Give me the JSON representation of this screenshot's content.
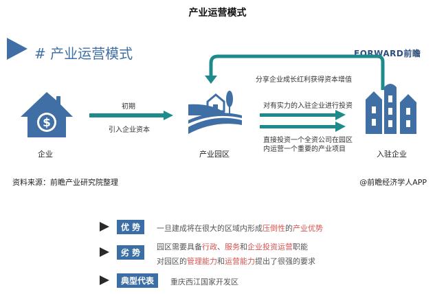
{
  "title": "产业运营模式",
  "banner": {
    "hash": "#",
    "text": "产业运营模式"
  },
  "logo": "FORWARD前瞻",
  "flow": {
    "top_arrow_label": "分享企业成长红利获得资本增值",
    "nodes": [
      "企业",
      "产业园区",
      "入驻企业"
    ],
    "arrow1_top": "初期",
    "arrow1_bottom": "引入企业资本",
    "arrow2_top": "对有实力的入驻企业进行投资",
    "arrow2_bottom_line1": "直接投资一个全资公司在园区",
    "arrow2_bottom_line2": "内运营一个重要的产业项目"
  },
  "source": "资料来源：前瞻产业研究院整理",
  "credit": "@前瞻经济学人APP",
  "rows": [
    {
      "label": "优 势",
      "parts": [
        [
          "一旦建成将在很大的区域内形成",
          false
        ],
        [
          "压倒性",
          true
        ],
        [
          "的",
          false
        ],
        [
          "产业优势",
          true
        ]
      ]
    },
    {
      "label": "劣 势",
      "line1": [
        [
          "园区需要具备",
          false
        ],
        [
          "行政",
          true
        ],
        [
          "、",
          false
        ],
        [
          "服务",
          true
        ],
        [
          "和",
          false
        ],
        [
          "企业投资运营",
          true
        ],
        [
          "职能",
          false
        ]
      ],
      "line2": [
        [
          "对园区的",
          false
        ],
        [
          "管理能力",
          true
        ],
        [
          "和",
          false
        ],
        [
          "运营能力",
          true
        ],
        [
          "提出了很强的要求",
          false
        ]
      ]
    },
    {
      "label": "典型代表",
      "text": "重庆西江国家开发区"
    }
  ],
  "colors": {
    "blue": "#3f6fa5",
    "teal": "#1e8a8c",
    "highlight": "#d9534f"
  }
}
